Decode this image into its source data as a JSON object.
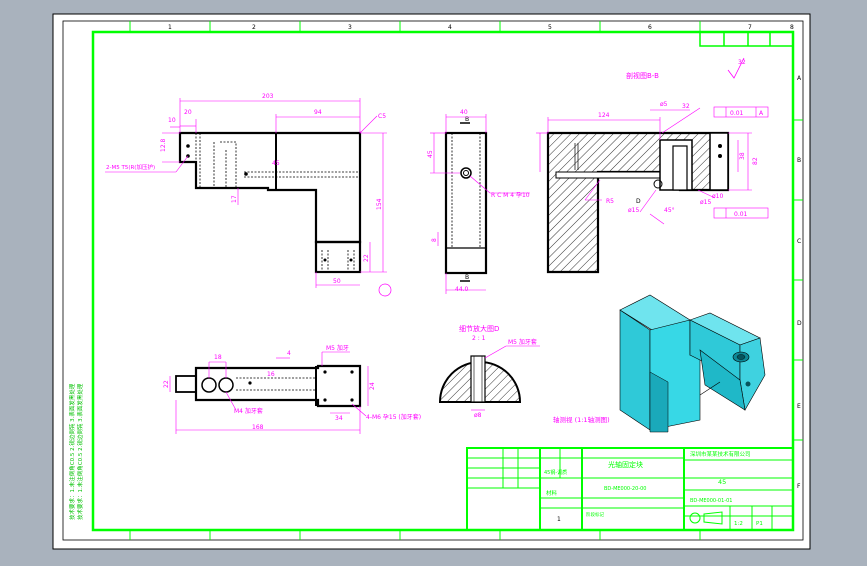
{
  "drawing": {
    "colors": {
      "background": "#a9b2bd",
      "sheet": "#ffffff",
      "frame": "#00ff00",
      "dimension": "#ff00ff",
      "geometry": "#000000",
      "iso_face": "#37d8e6"
    },
    "border_ticks": {
      "top": [
        "1",
        "2",
        "3",
        "4",
        "5",
        "6",
        "7",
        "8"
      ],
      "side": [
        "A",
        "B",
        "C",
        "D",
        "E",
        "F"
      ]
    },
    "front_view": {
      "dims": [
        "203",
        "94",
        "20",
        "10",
        "12.8",
        "C5",
        "154",
        "45",
        "17",
        "22",
        "50"
      ],
      "thread_note": "2-M5 T5(R(加压护)"
    },
    "side_view": {
      "dims": [
        "40",
        "45",
        "8",
        "44.0"
      ],
      "section_mark": "B",
      "hole_note": "R C M 4 孕10"
    },
    "section_view": {
      "title": "剖视图B-B",
      "dims": [
        "124",
        "32",
        "82",
        "38",
        "R5",
        "ø15",
        "ø5",
        "45°",
        "ø10",
        "ø15",
        "D"
      ],
      "tolerances": [
        "0.01",
        "A",
        "0.01"
      ],
      "roughness": "32"
    },
    "top_view": {
      "dims": [
        "18",
        "4",
        "22",
        "24",
        "34",
        "16",
        "168"
      ],
      "notes": [
        "M5 加牙",
        "M4 加牙套",
        "4-M6 孕15 (加牙套)"
      ]
    },
    "detail_view": {
      "title": "细节放大图D",
      "scale": "2 : 1",
      "note": "M5 加牙套",
      "dim": "ø8"
    },
    "iso_label": "轴测视 (1:1轴测图)",
    "left_notes": "技术要求：1.未注倒角C0.5 2.锐边倒钝 3.表面发黑处理",
    "title_block": {
      "part_name": "光轴固定块",
      "drawing_no": "BD-ME000-20-00",
      "company": "深圳市某某技术有限公司",
      "material": "45钢-调质",
      "material_label": "材料",
      "material2": "45",
      "drawing_no2": "BD-ME000-01-01",
      "scale": "1:2",
      "sheet": "P1",
      "qty": "1",
      "stage": "阶段标记"
    }
  }
}
